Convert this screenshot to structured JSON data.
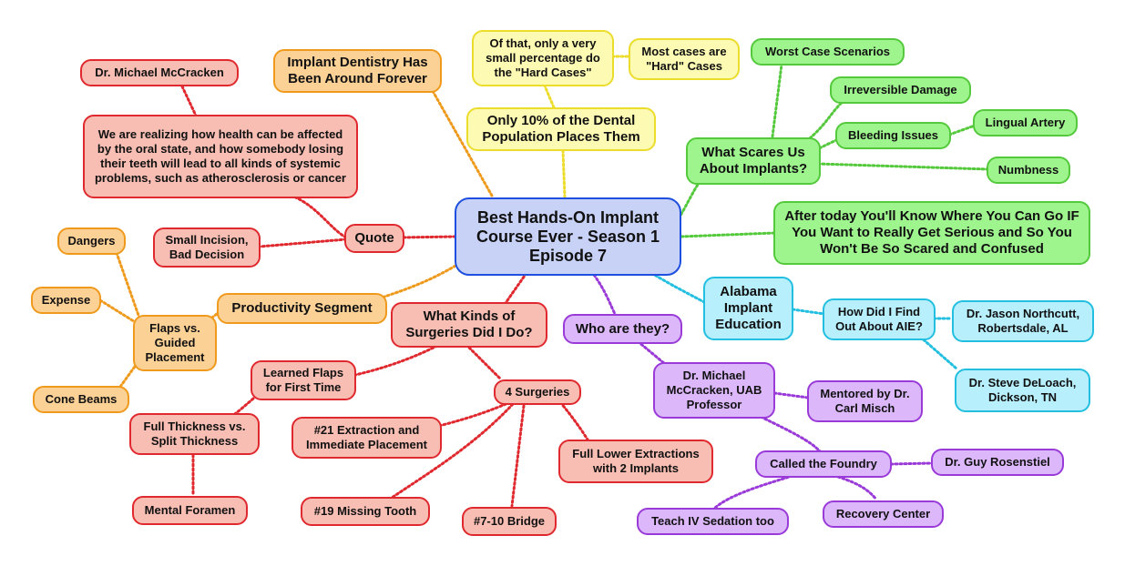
{
  "central": "Best Hands-On Implant Course Ever - Season 1 Episode 7",
  "nodes": {
    "quote": "Quote",
    "quote_dr": "Dr. Michael McCracken",
    "quote_text": "We are realizing how health can be affected by the oral state, and how somebody losing their teeth will lead to all kinds of systemic problems, such as atherosclerosis or cancer",
    "small_incision": "Small Incision, Bad Decision",
    "implant_history": "Implant Dentistry Has Been Around Forever",
    "ten_percent": "Only 10% of the Dental Population Places Them",
    "hard_cases_fraction": "Of that, only a very small percentage do the \"Hard Cases\"",
    "most_cases": "Most cases are \"Hard\" Cases",
    "scares": "What Scares Us About Implants?",
    "worst_case": "Worst Case Scenarios",
    "irreversible": "Irreversible Damage",
    "bleeding": "Bleeding Issues",
    "lingual": "Lingual Artery",
    "numbness": "Numbness",
    "after_today": "After today You'll Know Where You Can Go IF You Want to Really Get Serious and So You Won't Be So Scared and Confused",
    "aie": "Alabama Implant Education",
    "how_find": "How Did I Find Out About AIE?",
    "northcutt": "Dr. Jason Northcutt, Robertsdale, AL",
    "deloach": "Dr. Steve DeLoach, Dickson, TN",
    "who": "Who are they?",
    "mccracken": "Dr. Michael McCracken, UAB Professor",
    "mentored": "Mentored by Dr. Carl Misch",
    "foundry": "Called the Foundry",
    "rosenstiel": "Dr. Guy Rosenstiel",
    "recovery": "Recovery Center",
    "iv_sedation": "Teach IV Sedation too",
    "surgeries_q": "What Kinds of Surgeries Did I Do?",
    "four_surgeries": "4 Surgeries",
    "extraction21": "#21 Extraction and Immediate Placement",
    "missing19": "#19 Missing Tooth",
    "bridge": "#7-10 Bridge",
    "full_lower": "Full Lower Extractions with 2 Implants",
    "learned_flaps": "Learned Flaps for First Time",
    "thickness": "Full Thickness vs. Split Thickness",
    "mental": "Mental Foramen",
    "productivity": "Productivity Segment",
    "flaps_vs": "Flaps vs. Guided Placement",
    "dangers": "Dangers",
    "expense": "Expense",
    "cone": "Cone Beams"
  },
  "colors": {
    "central": "#1f4fe0",
    "red": "#e0292e",
    "orange": "#ef9a1c",
    "yellow": "#ecdc2c",
    "green": "#54c93c",
    "cyan": "#23bfe0",
    "purple": "#9a3ad8"
  }
}
